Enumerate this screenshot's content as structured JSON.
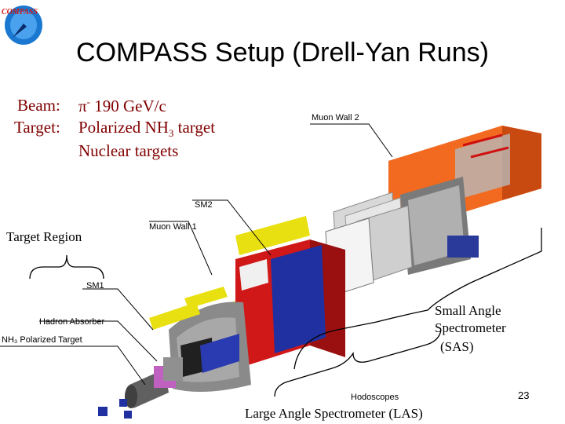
{
  "slide": {
    "logo_text": "COMPASS",
    "title": "COMPASS Setup (Drell-Yan Runs)",
    "page_number": "23"
  },
  "beam_info": {
    "beam_label": "Beam:",
    "beam_particle": "π",
    "beam_charge": "-",
    "beam_energy": "190 GeV/c",
    "target_label": "Target:",
    "target_line1_pre": "Polarized NH",
    "target_line1_sub": "3",
    "target_line1_post": " target",
    "target_line2": "Nuclear targets"
  },
  "callouts": {
    "muon_wall_2": "Muon Wall 2",
    "sm2": "SM2",
    "muon_wall_1": "Muon Wall 1",
    "sm1": "SM1",
    "hadron_absorber": "Hadron Absorber",
    "nh3_target": "NH₃ Polarized Target",
    "hodoscopes": "Hodoscopes"
  },
  "regions": {
    "target_region": "Target Region",
    "sas_line1": "Small Angle",
    "sas_line2": "Spectrometer",
    "sas_line3": "(SAS)",
    "las": "Large Angle Spectrometer (LAS)"
  },
  "colors": {
    "title_text": "#000000",
    "beam_text": "#800000",
    "logo_blue": "#1a78d0",
    "logo_text": "#d01818"
  }
}
